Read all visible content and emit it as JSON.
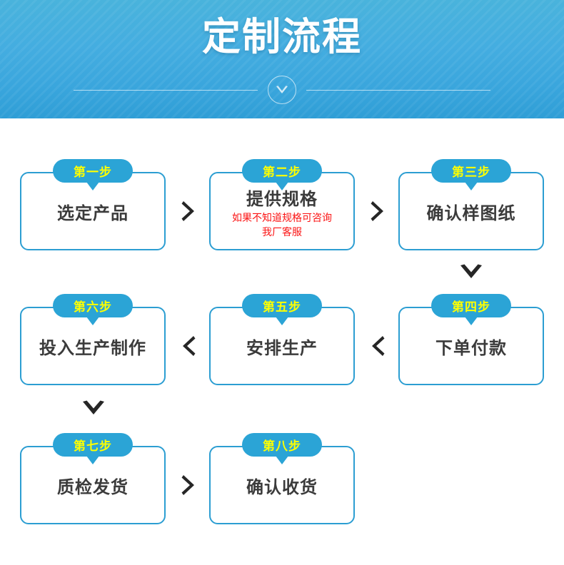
{
  "banner": {
    "title": "定制流程",
    "chevron_icon": "chevron-down-icon",
    "bg_color_top": "#49b3dc",
    "bg_color_bottom": "#2f9ed6"
  },
  "theme": {
    "border_color": "#2c9ed2",
    "badge_bg": "#2ba4d6",
    "badge_text_color": "#ffff00",
    "title_text_color": "#3b3b3b",
    "note_text_color": "#fb1414",
    "arrow_color": "#262626"
  },
  "flow": {
    "steps": [
      {
        "badge": "第一步",
        "title": "选定产品",
        "notes": []
      },
      {
        "badge": "第二步",
        "title": "提供规格",
        "notes": [
          "如果不知道规格可咨询",
          "我厂客服"
        ]
      },
      {
        "badge": "第三步",
        "title": "确认样图纸",
        "notes": []
      },
      {
        "badge": "第四步",
        "title": "下单付款",
        "notes": []
      },
      {
        "badge": "第五步",
        "title": "安排生产",
        "notes": []
      },
      {
        "badge": "第六步",
        "title": "投入生产制作",
        "notes": []
      },
      {
        "badge": "第七步",
        "title": "质检发货",
        "notes": []
      },
      {
        "badge": "第八步",
        "title": "确认收货",
        "notes": []
      }
    ],
    "connectors": [
      {
        "name": "arrow-step1-to-step2",
        "direction": "right"
      },
      {
        "name": "arrow-step2-to-step3",
        "direction": "right"
      },
      {
        "name": "arrow-step3-to-step4",
        "direction": "down"
      },
      {
        "name": "arrow-step4-to-step5",
        "direction": "left"
      },
      {
        "name": "arrow-step5-to-step6",
        "direction": "left"
      },
      {
        "name": "arrow-step6-to-step7",
        "direction": "down"
      },
      {
        "name": "arrow-step7-to-step8",
        "direction": "right"
      }
    ]
  }
}
